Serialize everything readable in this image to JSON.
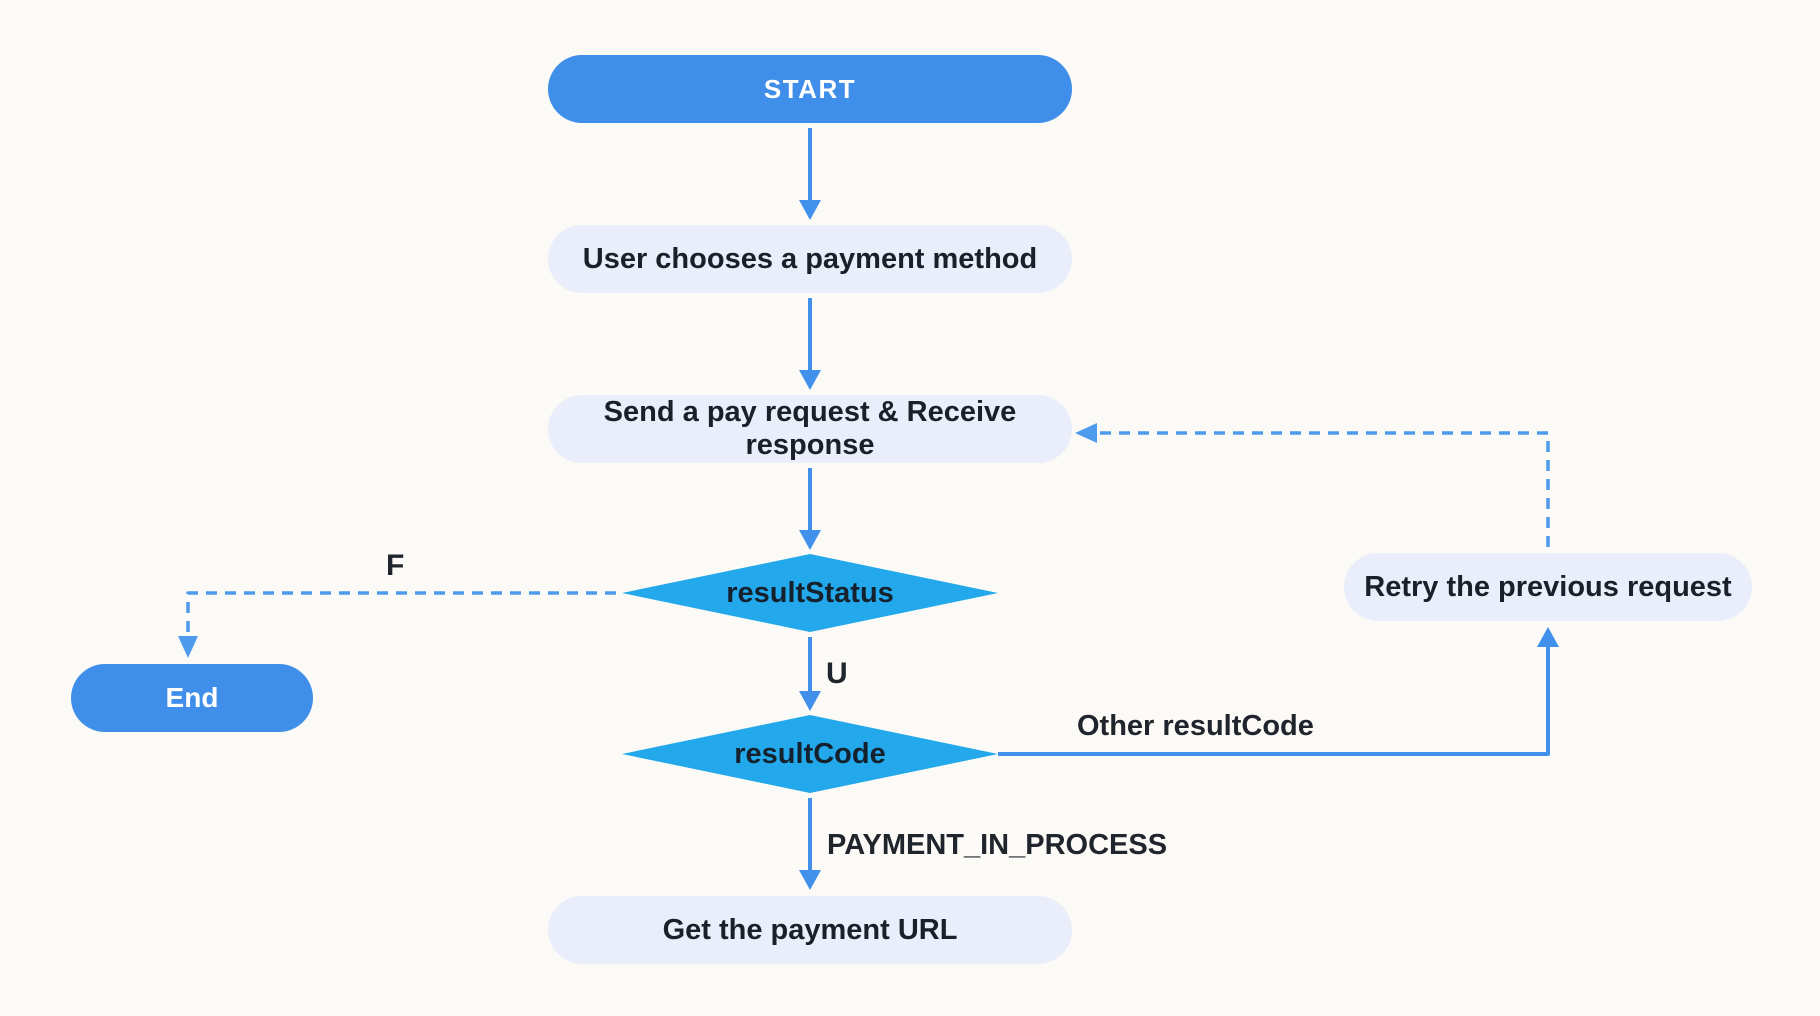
{
  "flowchart": {
    "nodes": {
      "start": {
        "label": "START",
        "type": "terminal"
      },
      "choose_method": {
        "label": "User chooses a payment method",
        "type": "process"
      },
      "send_request": {
        "label": "Send a pay request & Receive response",
        "type": "process"
      },
      "result_status": {
        "label": "resultStatus",
        "type": "decision"
      },
      "end": {
        "label": "End",
        "type": "terminal"
      },
      "result_code": {
        "label": "resultCode",
        "type": "decision"
      },
      "retry": {
        "label": "Retry the previous request",
        "type": "process"
      },
      "get_url": {
        "label": "Get the payment URL",
        "type": "process"
      }
    },
    "edge_labels": {
      "result_status_fail": "F",
      "result_status_unknown": "U",
      "result_code_other": "Other resultCode",
      "result_code_in_process": "PAYMENT_IN_PROCESS"
    },
    "colors": {
      "terminal_fill": "#3E8EEA",
      "decision_fill": "#22A8EB",
      "process_fill": "#EAEDFA",
      "arrow": "#4090EC",
      "dashed_arrow": "#4E9AEC",
      "node_text_dark": "#1B2028",
      "terminal_text": "#FFFFFF",
      "background": "#FBFAF6"
    }
  }
}
